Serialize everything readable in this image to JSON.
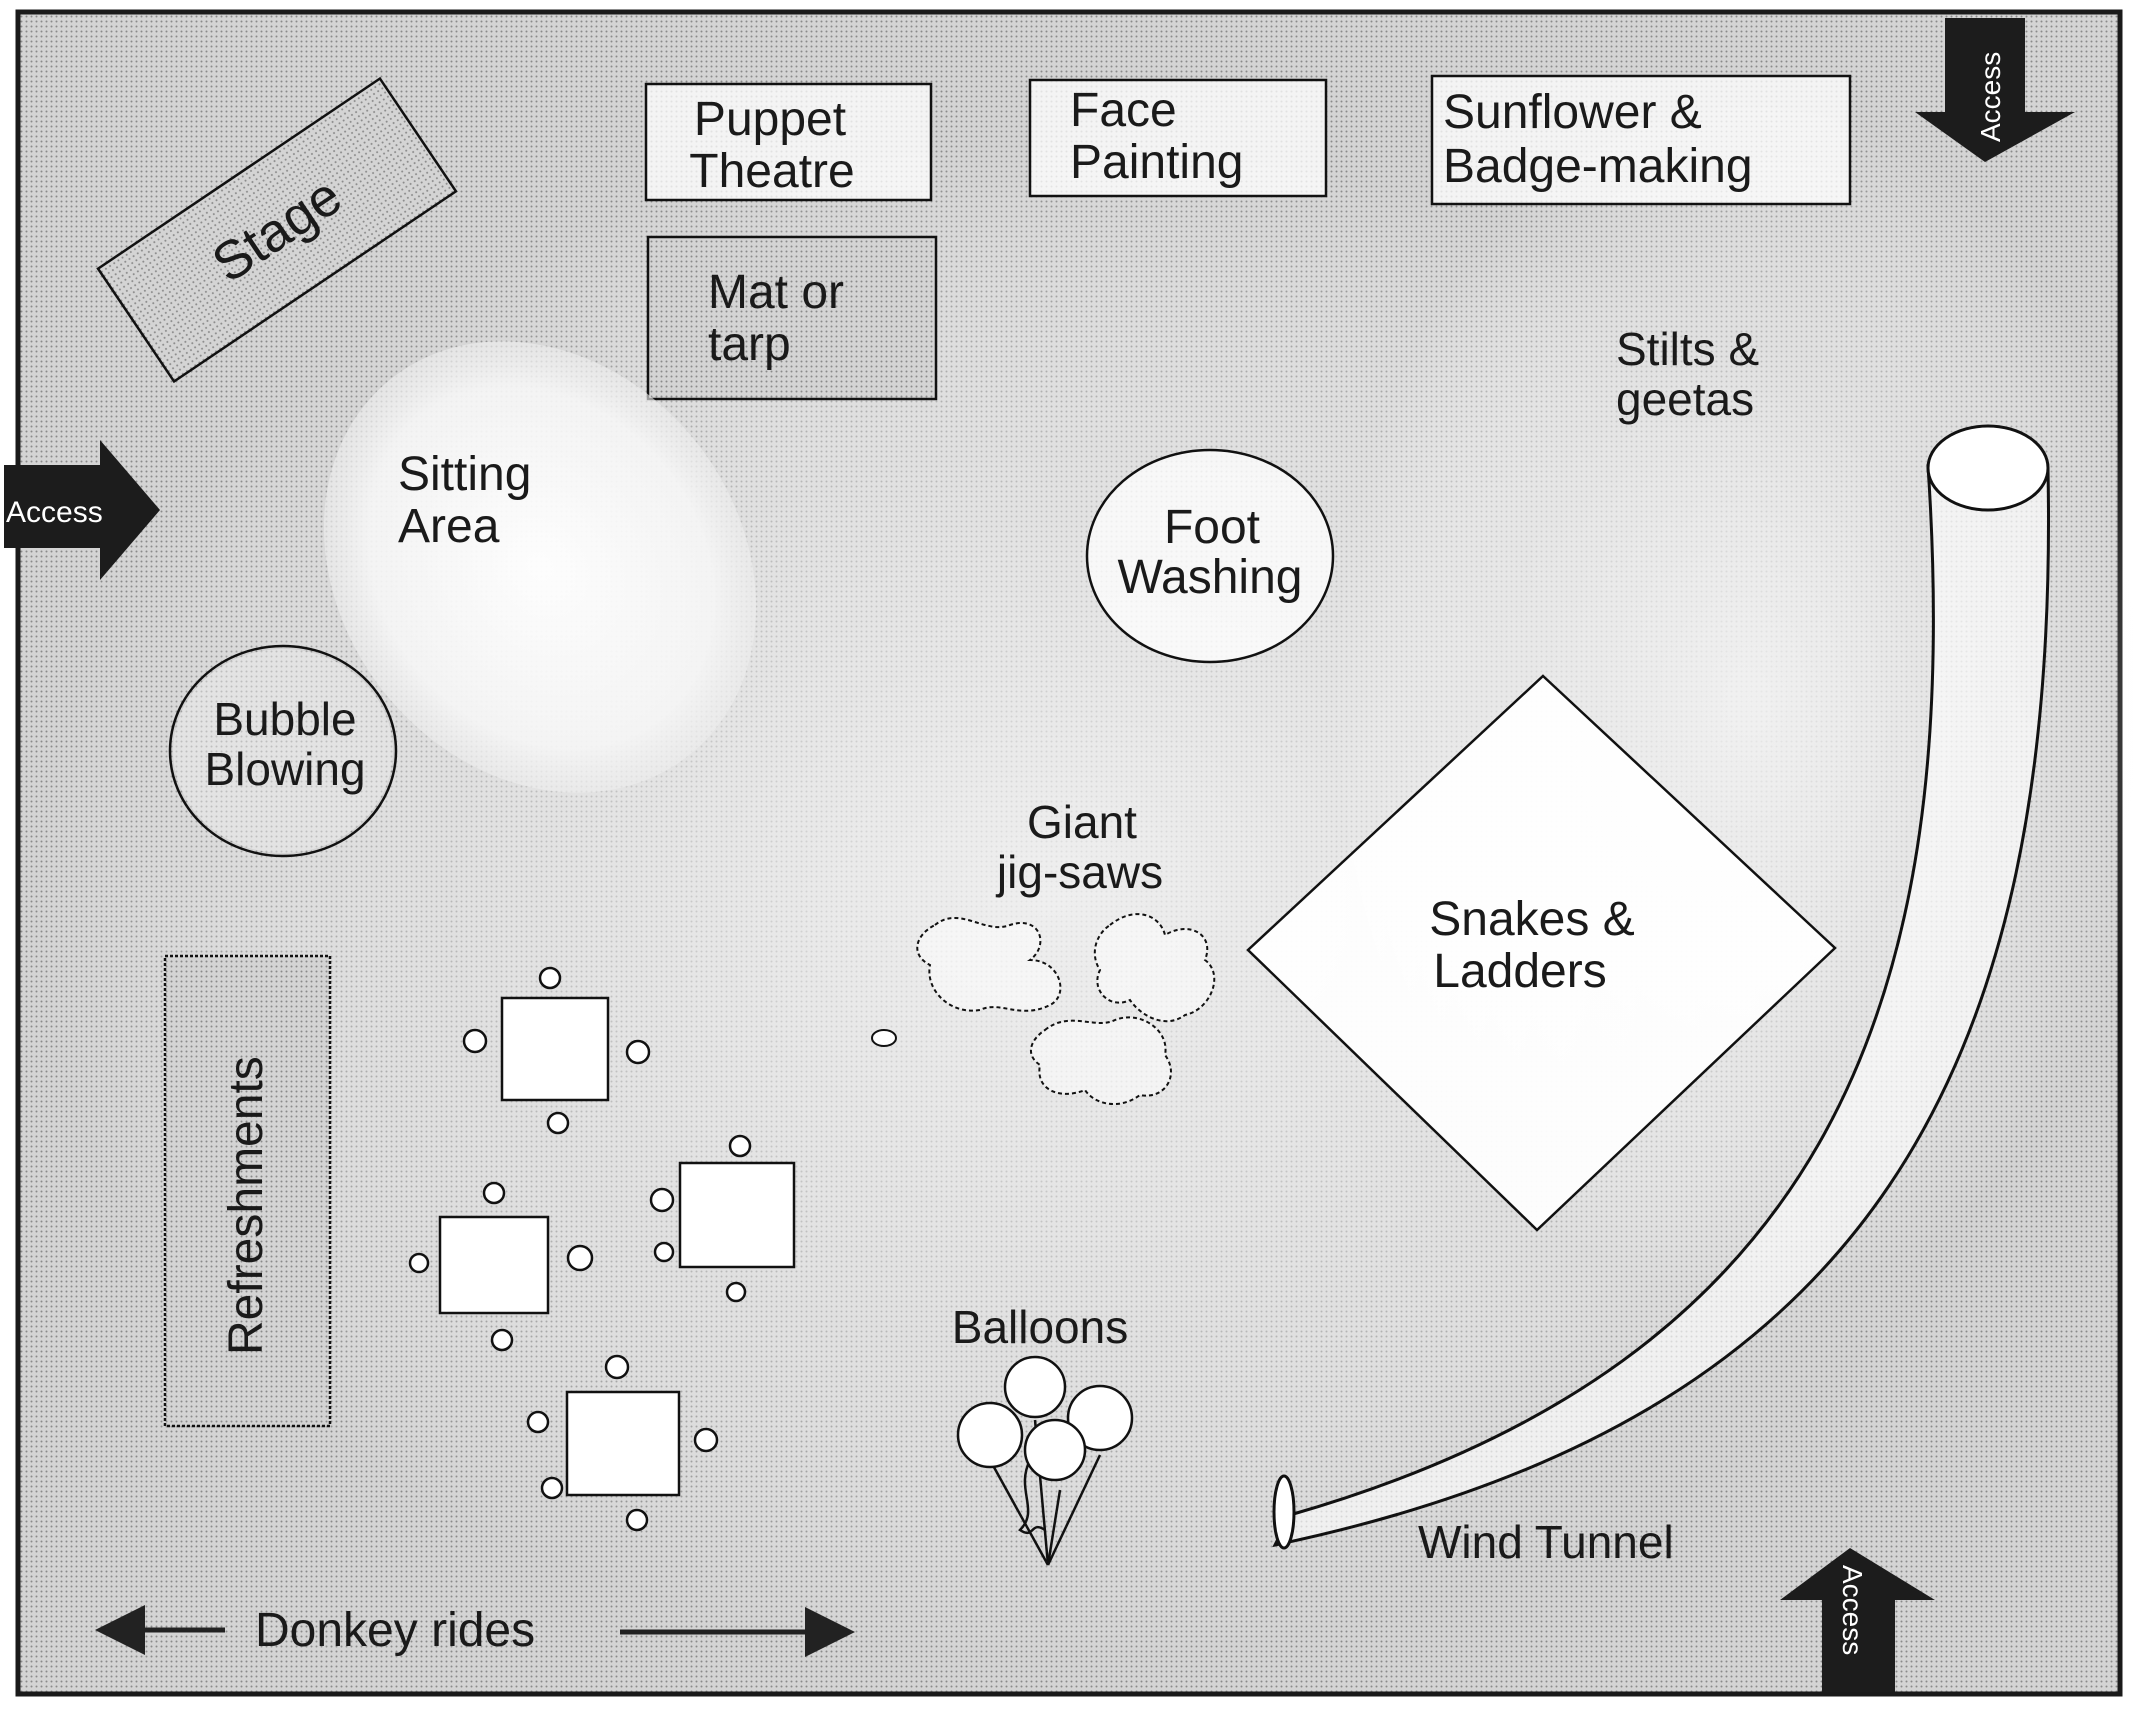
{
  "map": {
    "stage": "Stage",
    "puppet_theatre": [
      "Puppet",
      "Theatre"
    ],
    "face_painting": [
      "Face",
      "Painting"
    ],
    "sunflower": [
      "Sunflower &",
      "Badge-making"
    ],
    "mat_or_tarp": [
      "Mat or",
      "tarp"
    ],
    "stilts": [
      "Stilts &",
      "geetas"
    ],
    "sitting_area": [
      "Sitting",
      "Area"
    ],
    "foot_washing": [
      "Foot",
      "Washing"
    ],
    "bubble_blowing": [
      "Bubble",
      "Blowing"
    ],
    "giant_jigsaws": [
      "Giant",
      "jig-saws"
    ],
    "snakes_ladders": [
      "Snakes &",
      "Ladders"
    ],
    "refreshments": "Refreshments",
    "balloons": "Balloons",
    "wind_tunnel": "Wind Tunnel",
    "donkey_rides": "Donkey rides",
    "access": [
      "Access",
      "Access",
      "Access"
    ]
  }
}
